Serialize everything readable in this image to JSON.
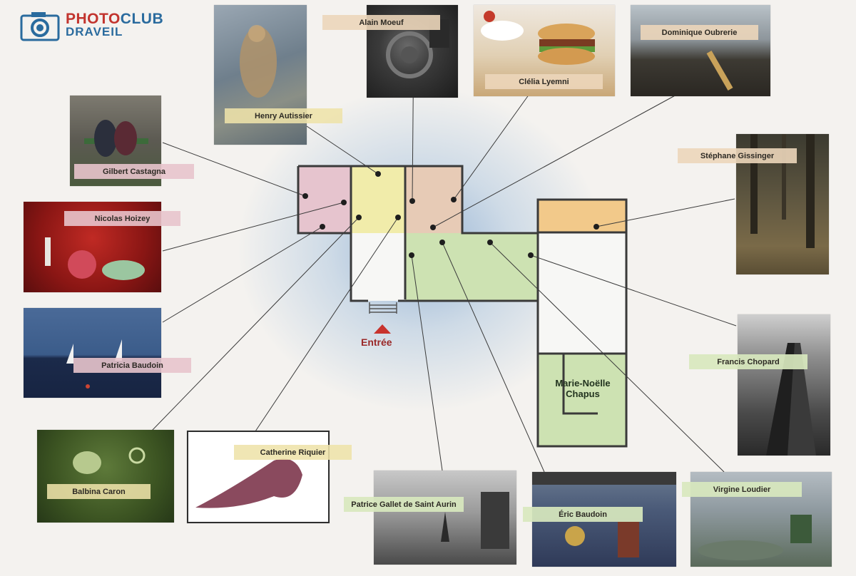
{
  "logo": {
    "line1a": "PHOTO",
    "line1b": "CLUB",
    "line2": "DRAVEIL"
  },
  "entrance": {
    "label": "Entrée"
  },
  "rooms": {
    "marie_noelle": "Marie-Noëlle Chapus"
  },
  "photographers": [
    {
      "id": "henry",
      "name": "Henry Autissier",
      "label_color": "yellow"
    },
    {
      "id": "alain",
      "name": "Alain Moeuf",
      "label_color": "peach"
    },
    {
      "id": "clelia",
      "name": "Clélia Lyemni",
      "label_color": "peach"
    },
    {
      "id": "dominique",
      "name": "Dominique Oubrerie",
      "label_color": "peach"
    },
    {
      "id": "gilbert",
      "name": "Gilbert Castagna",
      "label_color": "pink"
    },
    {
      "id": "nicolas",
      "name": "Nicolas Hoizey",
      "label_color": "pink"
    },
    {
      "id": "stephane",
      "name": "Stéphane Gissinger",
      "label_color": "peach"
    },
    {
      "id": "patricia",
      "name": "Patricia Baudoin",
      "label_color": "pink"
    },
    {
      "id": "francis",
      "name": "Francis Chopard",
      "label_color": "green"
    },
    {
      "id": "balbina",
      "name": "Balbina Caron",
      "label_color": "yellow"
    },
    {
      "id": "catherine",
      "name": "Catherine Riquier",
      "label_color": "yellow"
    },
    {
      "id": "patrice",
      "name": "Patrice Gallet de Saint Aurin",
      "label_color": "green"
    },
    {
      "id": "eric",
      "name": "Éric Baudoin",
      "label_color": "green"
    },
    {
      "id": "virgine",
      "name": "Virgine Loudier",
      "label_color": "green"
    }
  ],
  "colors": {
    "room_pink": "#e6c4ce",
    "room_yellow": "#f1ecaa",
    "room_peach": "#e7cbb6",
    "room_orange": "#f2c98a",
    "room_green": "#cde2b2",
    "room_green_dark": "#b9d6a4",
    "wall": "#3a3a3a",
    "entrance_arrow": "#c8332d"
  }
}
